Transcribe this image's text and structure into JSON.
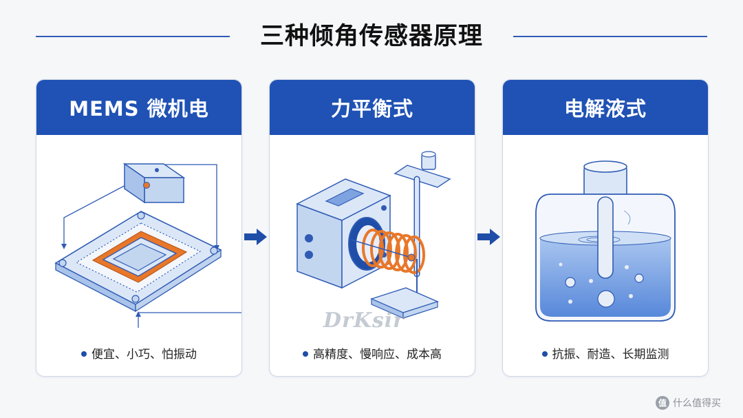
{
  "page": {
    "title": "三种倾角传感器原理"
  },
  "cards": [
    {
      "title": "MEMS 微机电",
      "note": "便宜、小巧、怕振动",
      "illustration_icon": "mems-chip-icon"
    },
    {
      "title": "力平衡式",
      "note": "高精度、慢响应、成本高",
      "illustration_icon": "force-balance-coil-icon"
    },
    {
      "title": "电解液式",
      "note": "抗振、耐造、长期监测",
      "illustration_icon": "electrolyte-vial-icon"
    }
  ],
  "watermark": "DrKsir",
  "brand": {
    "text": "什么值得买",
    "icon": "smzdm-logo-icon"
  },
  "colors": {
    "header_blue": "#1f52b4",
    "rule_blue": "#2f5bb4",
    "accent_orange": "#e8772a"
  }
}
